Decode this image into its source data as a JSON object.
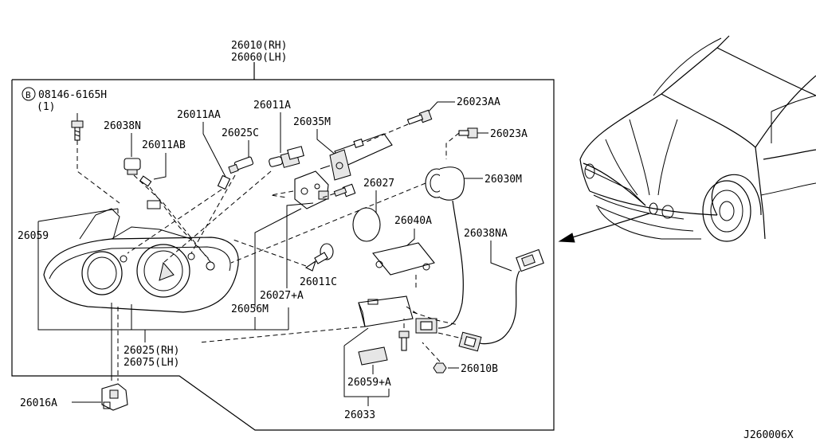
{
  "assembly": {
    "rh": "26010(RH)",
    "lh": "26060(LH)"
  },
  "bolt_ref": {
    "code": "08146-6165H",
    "qty": "(1)",
    "badge": "B"
  },
  "parts": {
    "p26038N": "26038N",
    "p26011AA": "26011AA",
    "p26011A": "26011A",
    "p26025C": "26025C",
    "p26011AB": "26011AB",
    "p26035M": "26035M",
    "p26023AA": "26023AA",
    "p26023A": "26023A",
    "p26027": "26027",
    "p26030M": "26030M",
    "p26059": "26059",
    "p26040A": "26040A",
    "p26038NA": "26038NA",
    "p26011C": "26011C",
    "p26027A": "26027+A",
    "p26056M": "26056M",
    "p26025RH": "26025(RH)",
    "p26075LH": "26075(LH)",
    "p26010B": "26010B",
    "p26059A": "26059+A",
    "p26016A": "26016A",
    "p26033": "26033"
  },
  "diagram_code": "J260006X"
}
